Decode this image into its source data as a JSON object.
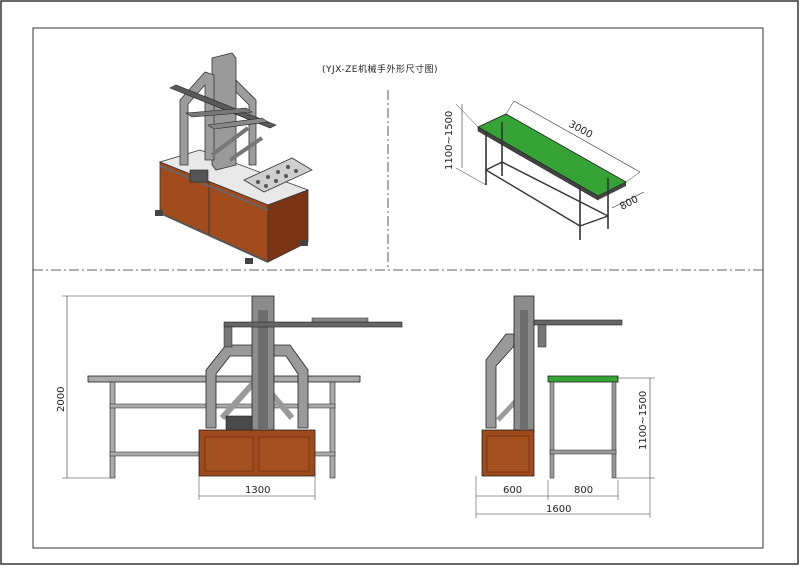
{
  "drawing": {
    "title": "(YJX-ZE机械手外形尺寸图)",
    "colors": {
      "frame": "#8a8a8a",
      "frame_dark": "#4b4b4b",
      "cabinet": "#9a4a1e",
      "conveyor_belt": "#2f9a2f",
      "line": "#222222"
    }
  },
  "dimensions": {
    "table_height": "1100~1500",
    "table_length": "3000",
    "table_width": "800",
    "robot_height": "2000",
    "base_width_front": "1300",
    "side_table_height": "1100~1500",
    "side_base": "600",
    "side_table": "800",
    "side_total": "1600"
  }
}
